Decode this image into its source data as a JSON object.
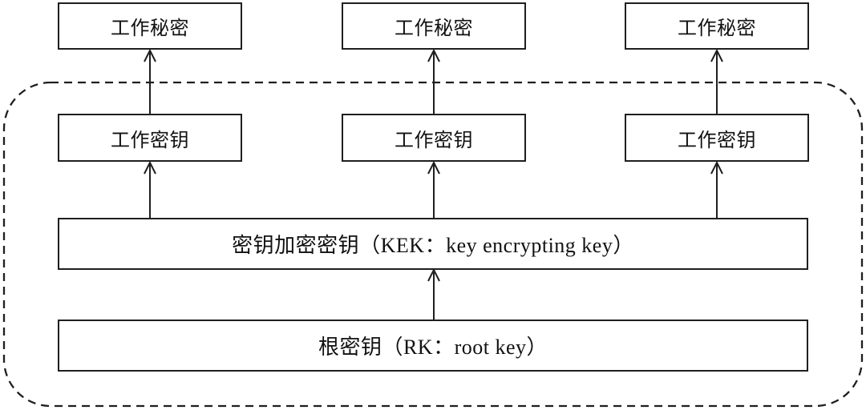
{
  "colors": {
    "background": "#ffffff",
    "line": "#1f1f1f",
    "text": "#111111"
  },
  "boxes": {
    "work_secrets": [
      {
        "label": "工作秘密"
      },
      {
        "label": "工作秘密"
      },
      {
        "label": "工作秘密"
      }
    ],
    "work_keys": [
      {
        "label": "工作密钥"
      },
      {
        "label": "工作密钥"
      },
      {
        "label": "工作密钥"
      }
    ],
    "kek": {
      "label": "密钥加密密钥（KEK：key encrypting key）"
    },
    "root_key": {
      "label": "根密钥（RK：root key）"
    }
  }
}
